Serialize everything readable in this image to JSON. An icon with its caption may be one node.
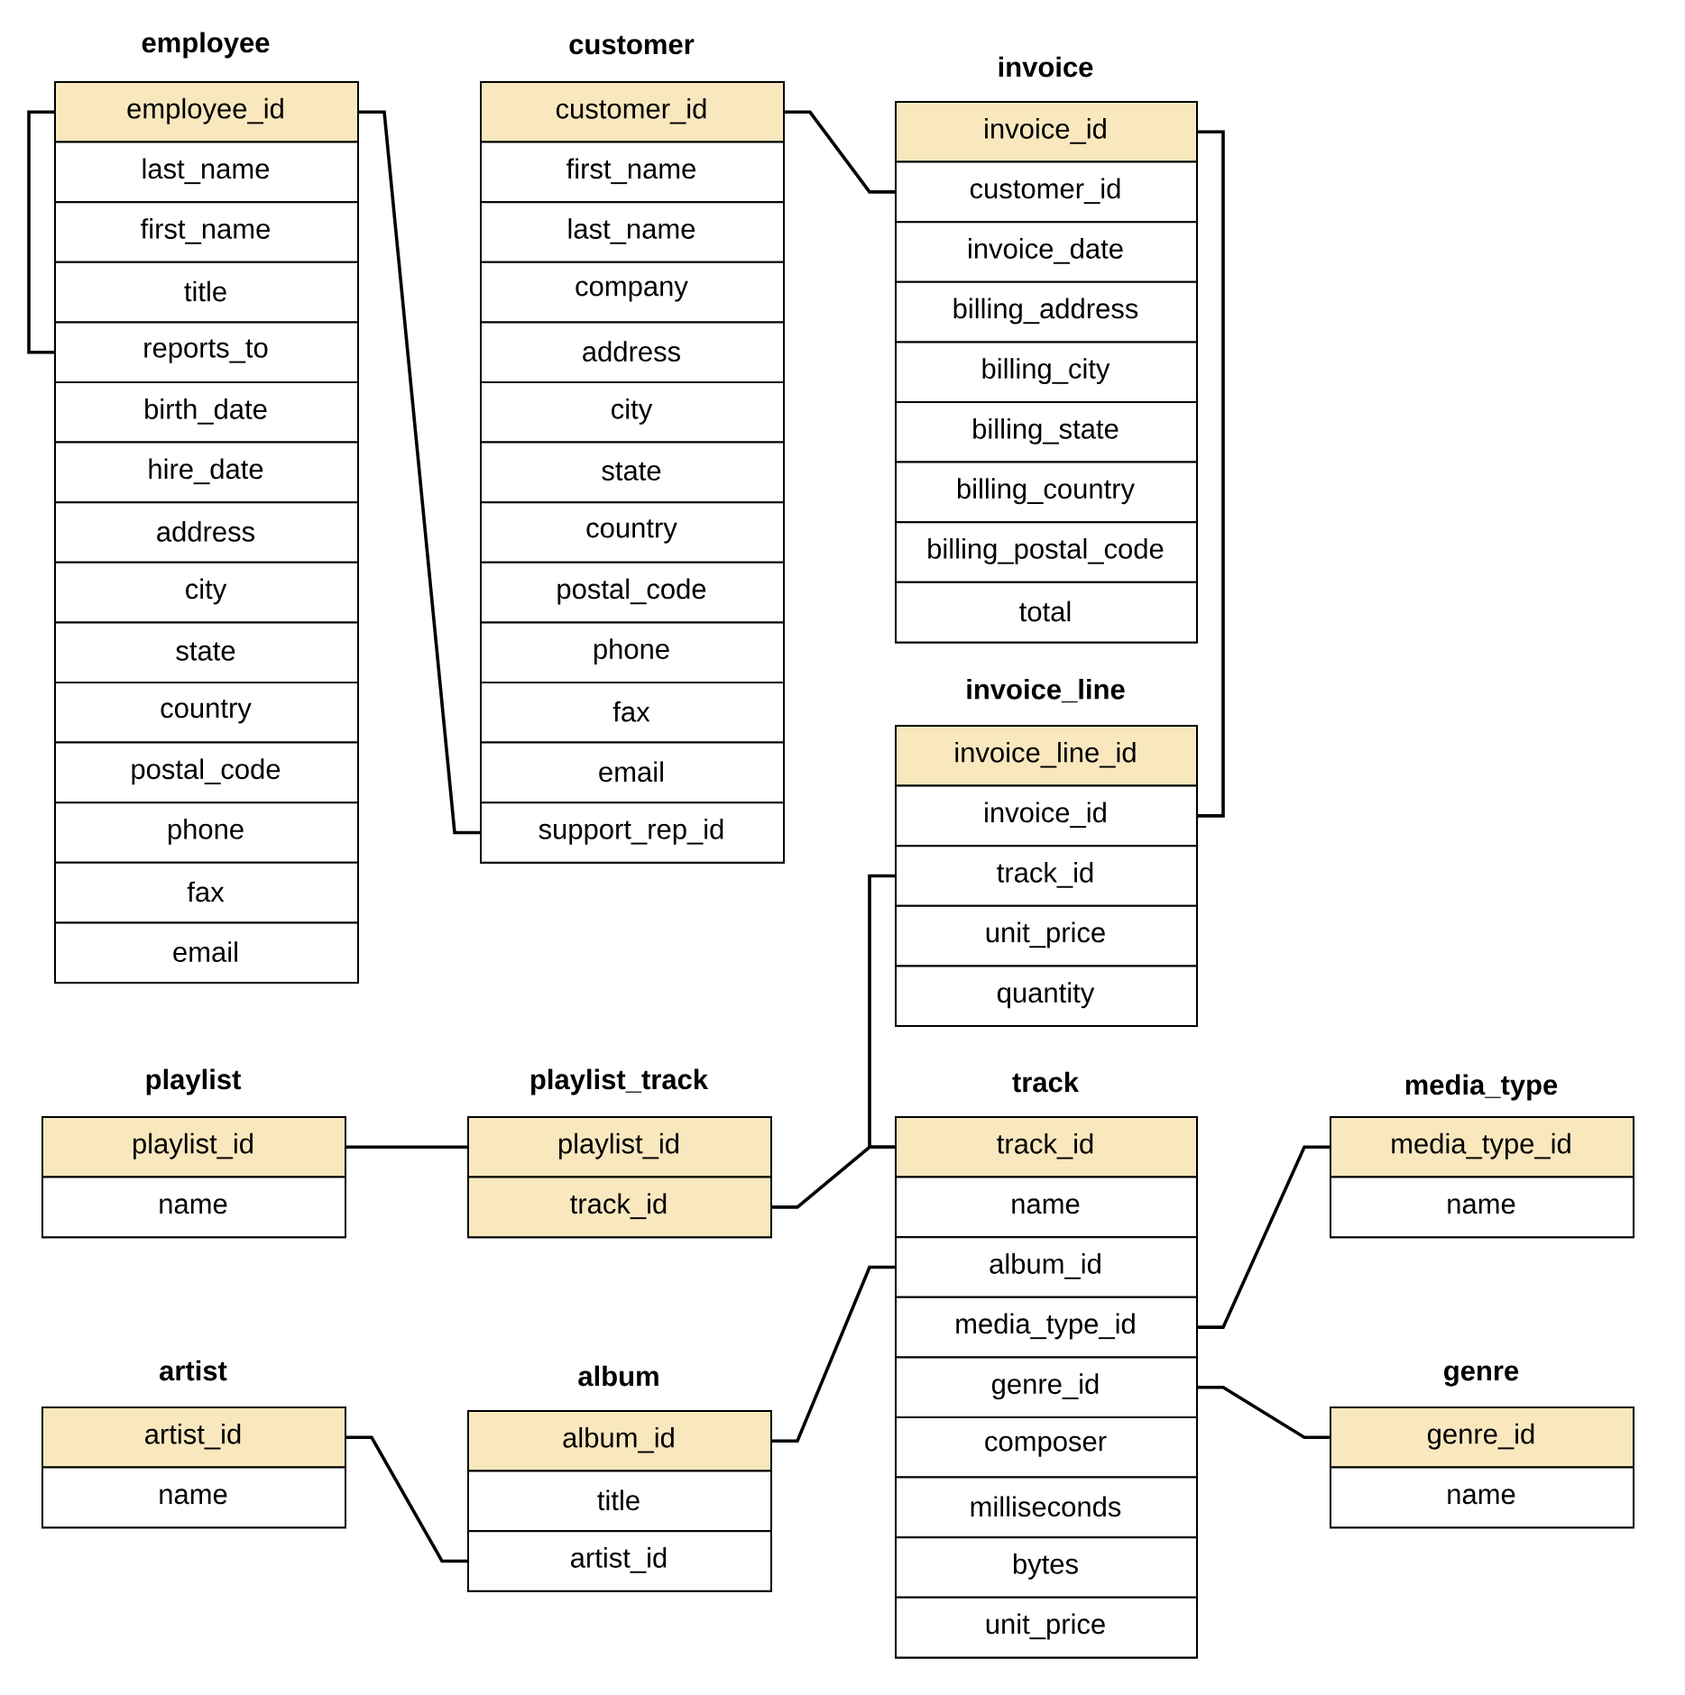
{
  "diagram": {
    "nodes": [
      {
        "text": [
          "employee"
        ]
      },
      {
        "text": [
          "employee_id"
        ],
        "in": 0
      },
      {
        "text": [
          "last_name"
        ],
        "in": 0
      },
      {
        "text": [
          "first_name"
        ],
        "in": 0
      },
      {
        "text": [
          "title"
        ],
        "in": 0
      },
      {
        "text": [
          "reports_to"
        ],
        "in": 0
      },
      {
        "text": [
          "birth_date"
        ],
        "in": 0
      },
      {
        "text": [
          "hire_date"
        ],
        "in": 0
      },
      {
        "text": [
          "address"
        ],
        "in": 0
      },
      {
        "text": [
          "city"
        ],
        "in": 0
      },
      {
        "text": [
          "state"
        ],
        "in": 0
      },
      {
        "text": [
          "country"
        ],
        "in": 0
      },
      {
        "text": [
          "postal_code"
        ],
        "in": 0
      },
      {
        "text": [
          "phone"
        ],
        "in": 0
      },
      {
        "text": [
          "fax"
        ],
        "in": 0
      },
      {
        "text": [
          "email"
        ],
        "in": 0
      },
      {
        "text": [
          "customer"
        ]
      },
      {
        "text": [
          "customer_id"
        ],
        "in": 16
      },
      {
        "text": [
          "first_name"
        ],
        "in": 16
      },
      {
        "text": [
          "last_name"
        ],
        "in": 16
      },
      {
        "text": [
          "company"
        ],
        "in": 16
      },
      {
        "text": [
          "address"
        ],
        "in": 16
      },
      {
        "text": [
          "city"
        ],
        "in": 16
      },
      {
        "text": [
          "state"
        ],
        "in": 16
      },
      {
        "text": [
          "country"
        ],
        "in": 16
      },
      {
        "text": [
          "postal_code"
        ],
        "in": 16
      },
      {
        "text": [
          "phone"
        ],
        "in": 16
      },
      {
        "text": [
          "fax"
        ],
        "in": 16
      },
      {
        "text": [
          "email"
        ],
        "in": 16
      },
      {
        "text": [
          "support_rep_id"
        ],
        "in": 16
      },
      {
        "text": [
          "invoice"
        ]
      },
      {
        "text": [
          "invoice_id"
        ],
        "in": 30
      },
      {
        "text": [
          "customer_id"
        ],
        "in": 30
      },
      {
        "text": [
          "invoice_date"
        ],
        "in": 30
      },
      {
        "text": [
          "billing_address"
        ],
        "in": 30
      },
      {
        "text": [
          "billing_city"
        ],
        "in": 30
      },
      {
        "text": [
          "billing_state"
        ],
        "in": 30
      },
      {
        "text": [
          "billing_country"
        ],
        "in": 30
      },
      {
        "text": [
          "billing_postal_code"
        ],
        "in": 30
      },
      {
        "text": [
          "total"
        ],
        "in": 30
      },
      {
        "text": [
          "invoice_line"
        ]
      },
      {
        "text": [
          "invoice_line_id"
        ],
        "in": 40
      },
      {
        "text": [
          "invoice_id"
        ],
        "in": 40
      },
      {
        "text": [
          "track_id"
        ],
        "in": 40
      },
      {
        "text": [
          "unit_price"
        ],
        "in": 40
      },
      {
        "text": [
          "quantity"
        ],
        "in": 40
      },
      {
        "text": [
          "playlist"
        ]
      },
      {
        "text": [
          "playlist_id"
        ],
        "in": 46
      },
      {
        "text": [
          "name"
        ],
        "in": 46
      },
      {
        "text": [
          "playlist_track"
        ]
      },
      {
        "text": [
          "playlist_id"
        ],
        "in": 49
      },
      {
        "text": [
          "track_id"
        ],
        "in": 49
      },
      {
        "text": [
          "track"
        ]
      },
      {
        "text": [
          "track_id"
        ],
        "in": 52
      },
      {
        "text": [
          "name"
        ],
        "in": 52
      },
      {
        "text": [
          "album_id"
        ],
        "in": 52
      },
      {
        "text": [
          "media_type_id"
        ],
        "in": 52
      },
      {
        "text": [
          "genre_id"
        ],
        "in": 52
      },
      {
        "text": [
          "composer"
        ],
        "in": 52
      },
      {
        "text": [
          "milliseconds"
        ],
        "in": 52
      },
      {
        "text": [
          "bytes"
        ],
        "in": 52
      },
      {
        "text": [
          "unit_price"
        ],
        "in": 52
      },
      {
        "text": [
          "media_type"
        ]
      },
      {
        "text": [
          "media_type_id"
        ],
        "in": 62
      },
      {
        "text": [
          "name"
        ],
        "in": 62
      },
      {
        "text": [
          "artist"
        ]
      },
      {
        "text": [
          "artist_id"
        ],
        "in": 65
      },
      {
        "text": [
          "name"
        ],
        "in": 65
      },
      {
        "text": [
          "album"
        ]
      },
      {
        "text": [
          "album_id"
        ],
        "in": 68
      },
      {
        "text": [
          "title"
        ],
        "in": 68
      },
      {
        "text": [
          "artist_id"
        ],
        "in": 68
      },
      {
        "text": [
          "genre"
        ]
      },
      {
        "text": [
          "genre_id"
        ],
        "in": 72
      },
      {
        "text": [
          "name"
        ],
        "in": 72
      }
    ],
    "edges": [
      {
        "from": 1,
        "to": 5,
        "arrow": "none"
      },
      {
        "from": 1,
        "to": 29,
        "arrow": "none"
      },
      {
        "from": 17,
        "to": 32,
        "arrow": "none"
      },
      {
        "from": 31,
        "to": 42,
        "arrow": "none"
      },
      {
        "from": 43,
        "to": 53,
        "arrow": "none"
      },
      {
        "from": 47,
        "to": 50,
        "arrow": "none"
      },
      {
        "from": 51,
        "to": 53,
        "arrow": "none"
      },
      {
        "from": 69,
        "to": 55,
        "arrow": "none"
      },
      {
        "from": 66,
        "to": 71,
        "arrow": "none"
      },
      {
        "from": 56,
        "to": 63,
        "arrow": "none"
      },
      {
        "from": 57,
        "to": 73,
        "arrow": "none"
      }
    ]
  }
}
